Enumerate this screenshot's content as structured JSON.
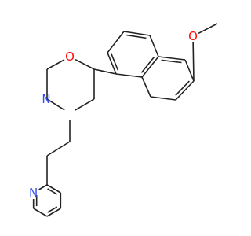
{
  "molecule": {
    "atoms": {
      "oxygen_ring": "O",
      "oxygen_methoxy": "O",
      "nitrogen_morpholine": "N",
      "nitrogen_pyridine": "N"
    }
  },
  "colors": {
    "bond": "#222222",
    "oxygen": "#ff0d0d",
    "nitrogen": "#3050f8",
    "background": "#ffffff"
  }
}
